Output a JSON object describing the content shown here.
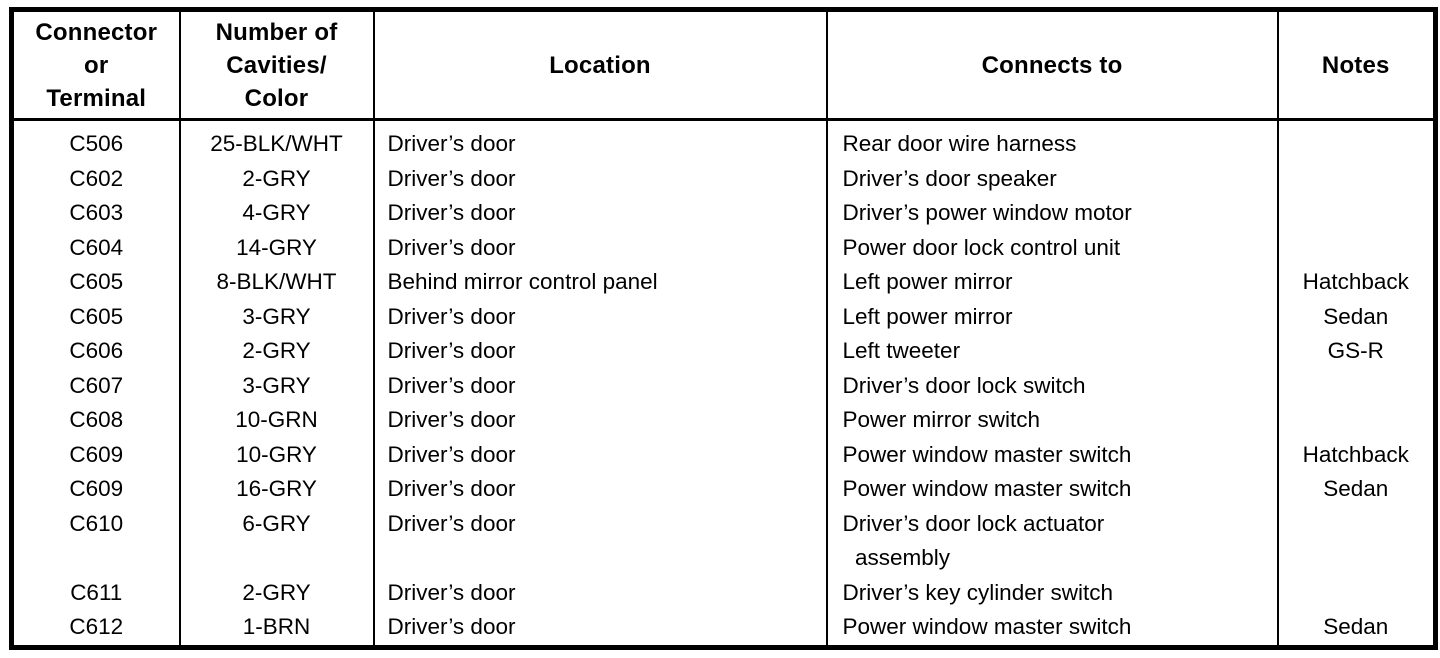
{
  "table": {
    "columns": [
      {
        "label": "Connector\nor\nTerminal"
      },
      {
        "label": "Number of\nCavities/\nColor"
      },
      {
        "label": "Location"
      },
      {
        "label": "Connects to"
      },
      {
        "label": "Notes"
      }
    ],
    "rows": [
      {
        "connector": "C506",
        "cavities_color": "25-BLK/WHT",
        "location": "Driver’s door",
        "connects_to": "Rear door wire harness",
        "notes": ""
      },
      {
        "connector": "C602",
        "cavities_color": "2-GRY",
        "location": "Driver’s door",
        "connects_to": "Driver’s door speaker",
        "notes": ""
      },
      {
        "connector": "C603",
        "cavities_color": "4-GRY",
        "location": "Driver’s door",
        "connects_to": "Driver’s power window motor",
        "notes": ""
      },
      {
        "connector": "C604",
        "cavities_color": "14-GRY",
        "location": "Driver’s door",
        "connects_to": "Power door lock control unit",
        "notes": ""
      },
      {
        "connector": "C605",
        "cavities_color": "8-BLK/WHT",
        "location": "Behind mirror control panel",
        "connects_to": "Left power mirror",
        "notes": "Hatchback"
      },
      {
        "connector": "C605",
        "cavities_color": "3-GRY",
        "location": "Driver’s door",
        "connects_to": "Left power mirror",
        "notes": "Sedan"
      },
      {
        "connector": "C606",
        "cavities_color": "2-GRY",
        "location": "Driver’s door",
        "connects_to": "Left tweeter",
        "notes": "GS-R"
      },
      {
        "connector": "C607",
        "cavities_color": "3-GRY",
        "location": "Driver’s door",
        "connects_to": "Driver’s door lock switch",
        "notes": ""
      },
      {
        "connector": "C608",
        "cavities_color": "10-GRN",
        "location": "Driver’s door",
        "connects_to": "Power mirror switch",
        "notes": ""
      },
      {
        "connector": "C609",
        "cavities_color": "10-GRY",
        "location": "Driver’s door",
        "connects_to": "Power window master switch",
        "notes": "Hatchback"
      },
      {
        "connector": "C609",
        "cavities_color": "16-GRY",
        "location": "Driver’s door",
        "connects_to": "Power window master switch",
        "notes": "Sedan"
      },
      {
        "connector": "C610",
        "cavities_color": "6-GRY",
        "location": "Driver’s door",
        "connects_to": "Driver’s door lock actuator\n  assembly",
        "notes": ""
      },
      {
        "connector": "C611",
        "cavities_color": "2-GRY",
        "location": "Driver’s door",
        "connects_to": "Driver’s key cylinder switch",
        "notes": ""
      },
      {
        "connector": "C612",
        "cavities_color": "1-BRN",
        "location": "Driver’s door",
        "connects_to": "Power window master switch",
        "notes": "Sedan"
      }
    ]
  }
}
